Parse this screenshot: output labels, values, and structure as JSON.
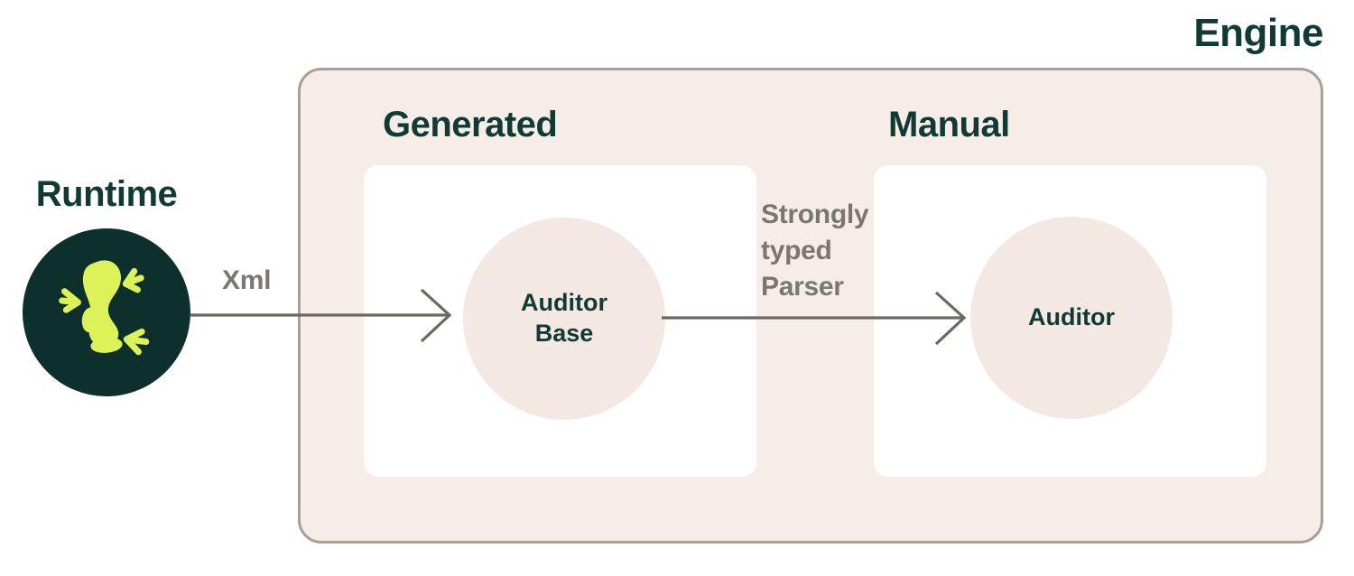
{
  "colors": {
    "heading": "#113a35",
    "logo-bg": "#0e302d",
    "lime": "#ddf258",
    "engine-bg": "#f7ede8",
    "engine-border": "#a8a097",
    "node-bg": "#f3e8e2",
    "box-bg": "#ffffff",
    "muted": "#7b7672",
    "arrow": "#6b6763"
  },
  "engine": {
    "title": "Engine",
    "generated": {
      "label": "Generated",
      "node_label": "Auditor Base"
    },
    "manual": {
      "label": "Manual",
      "node_label": "Auditor"
    }
  },
  "runtime": {
    "label": "Runtime",
    "icon": "frog-icon"
  },
  "arrows": {
    "xml_label": "Xml",
    "parser_label": "Strongly typed Parser"
  }
}
